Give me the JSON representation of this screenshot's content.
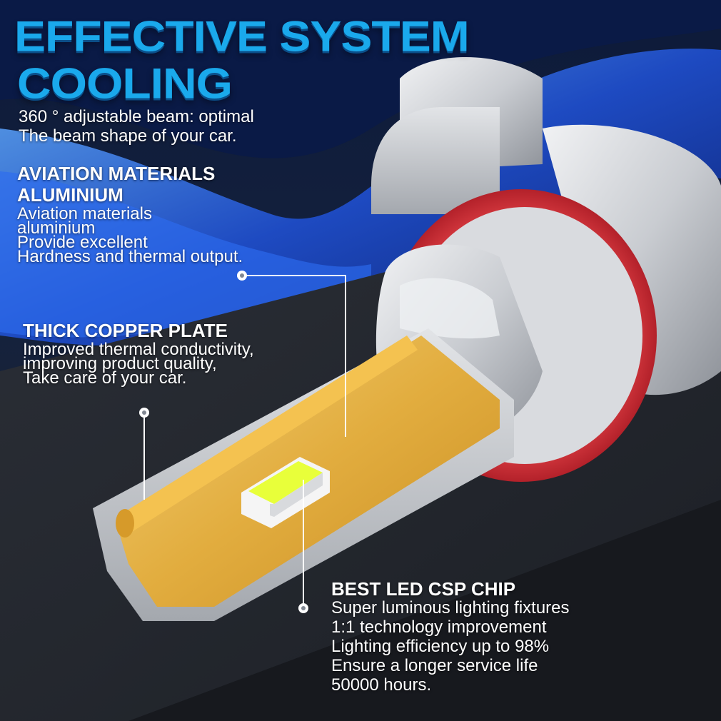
{
  "colors": {
    "title": "#1aa9ec",
    "text": "#ffffff",
    "background": "#1a1d24",
    "accent_blue": "#1f4fd0",
    "seal_red": "#d83238",
    "copper": "#e6b64a",
    "silver": "#cfd2d6",
    "chip": "#e8ff3a"
  },
  "title": {
    "line1": "EFFECTIVE SYSTEM",
    "line2": "COOLING"
  },
  "beam": {
    "lines": [
      "360 ° adjustable beam: optimal",
      "The beam shape of your car."
    ]
  },
  "aviation": {
    "heading_lines": [
      "AVIATION MATERIALS",
      "ALUMINIUM"
    ],
    "lines": [
      "Aviation materials",
      "aluminium",
      "Provide excellent",
      "Hardness and thermal output."
    ]
  },
  "copper": {
    "heading": "THICK COPPER PLATE",
    "lines": [
      "Improved thermal conductivity,",
      "improving product quality,",
      "Take care of your car."
    ]
  },
  "chip": {
    "heading": "BEST LED CSP CHIP",
    "lines": [
      "Super luminous lighting fixtures",
      "1:1 technology improvement",
      "Lighting efficiency up to 98%",
      "Ensure a longer service life",
      "50000 hours."
    ]
  },
  "icons": [
    "callout-dot-icon"
  ]
}
